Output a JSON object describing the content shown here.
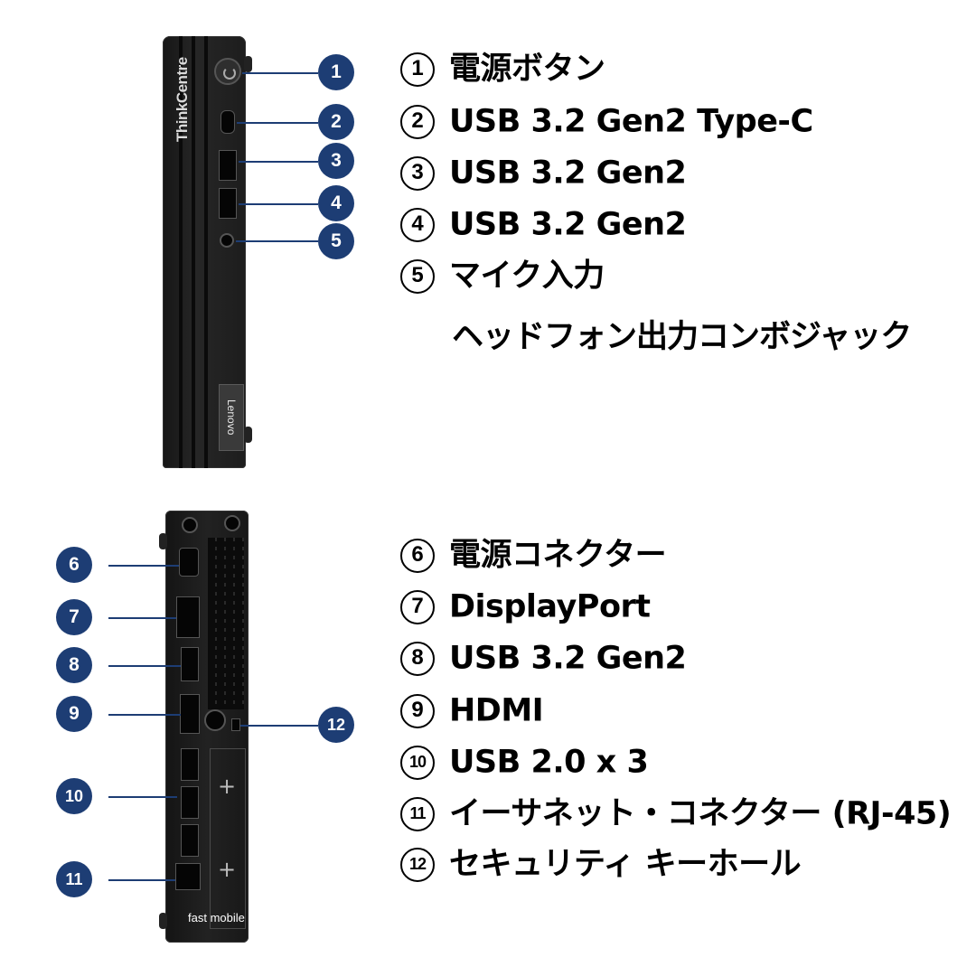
{
  "device": {
    "front_brand": "ThinkCentre",
    "badge": "Lenovo",
    "watermark": "fast mobile"
  },
  "front_ports": [
    {
      "num": "1",
      "circle": "1",
      "text": "電源ボタン"
    },
    {
      "num": "2",
      "circle": "2",
      "text": "USB 3.2 Gen2 Type-C"
    },
    {
      "num": "3",
      "circle": "3",
      "text": "USB 3.2 Gen2"
    },
    {
      "num": "4",
      "circle": "4",
      "text": "USB 3.2 Gen2"
    },
    {
      "num": "5",
      "circle": "5",
      "text": "マイク入力",
      "text2": "ヘッドフォン出力コンボジャック"
    }
  ],
  "back_ports": [
    {
      "num": "6",
      "circle": "6",
      "text": "電源コネクター"
    },
    {
      "num": "7",
      "circle": "7",
      "text": "DisplayPort"
    },
    {
      "num": "8",
      "circle": "8",
      "text": "USB 3.2 Gen2"
    },
    {
      "num": "9",
      "circle": "9",
      "text": "HDMI"
    },
    {
      "num": "10",
      "circle": "10",
      "text": "USB 2.0 x 3"
    },
    {
      "num": "11",
      "circle": "11",
      "text": "イーサネット・コネクター (RJ-45)"
    },
    {
      "num": "12",
      "circle": "12",
      "text": "セキュリティ キーホール"
    }
  ],
  "colors": {
    "marker": "#1d3d74",
    "text": "#000000",
    "device": "#1a1a1a"
  }
}
